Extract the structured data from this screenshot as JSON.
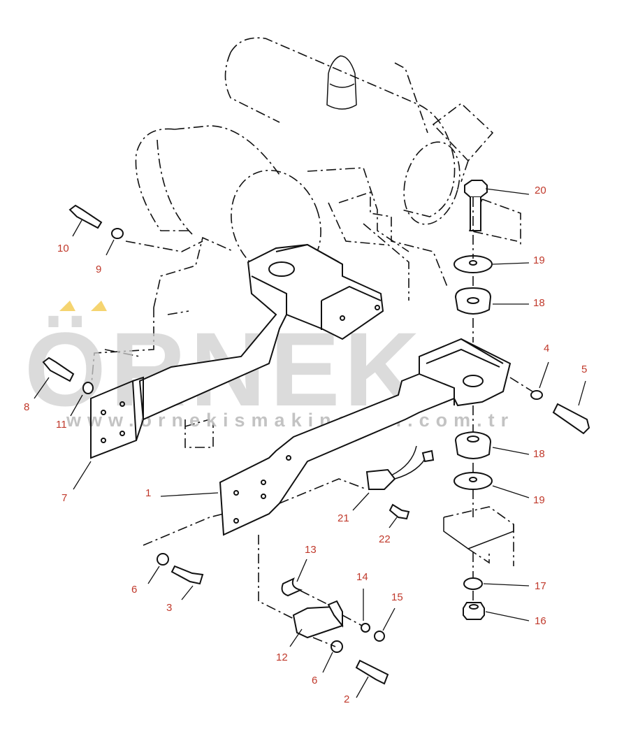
{
  "watermark": {
    "brand": "ÖRNEK",
    "url": "www.ornekismakinalari.com.tr",
    "colors": {
      "text": "#cfcfcf",
      "accent": "#f2c94c"
    }
  },
  "callouts": [
    {
      "id": "1",
      "text": "1"
    },
    {
      "id": "2",
      "text": "2"
    },
    {
      "id": "3",
      "text": "3"
    },
    {
      "id": "4",
      "text": "4"
    },
    {
      "id": "5",
      "text": "5"
    },
    {
      "id": "6a",
      "text": "6"
    },
    {
      "id": "6b",
      "text": "6"
    },
    {
      "id": "7",
      "text": "7"
    },
    {
      "id": "8",
      "text": "8"
    },
    {
      "id": "9",
      "text": "9"
    },
    {
      "id": "10",
      "text": "10"
    },
    {
      "id": "11",
      "text": "11"
    },
    {
      "id": "12",
      "text": "12"
    },
    {
      "id": "13",
      "text": "13"
    },
    {
      "id": "14",
      "text": "14"
    },
    {
      "id": "15",
      "text": "15"
    },
    {
      "id": "16",
      "text": "16"
    },
    {
      "id": "17",
      "text": "17"
    },
    {
      "id": "18a",
      "text": "18"
    },
    {
      "id": "18b",
      "text": "18"
    },
    {
      "id": "19a",
      "text": "19"
    },
    {
      "id": "19b",
      "text": "19"
    },
    {
      "id": "20",
      "text": "20"
    },
    {
      "id": "21",
      "text": "21"
    },
    {
      "id": "22",
      "text": "22"
    }
  ],
  "label_color": "#c0392b"
}
